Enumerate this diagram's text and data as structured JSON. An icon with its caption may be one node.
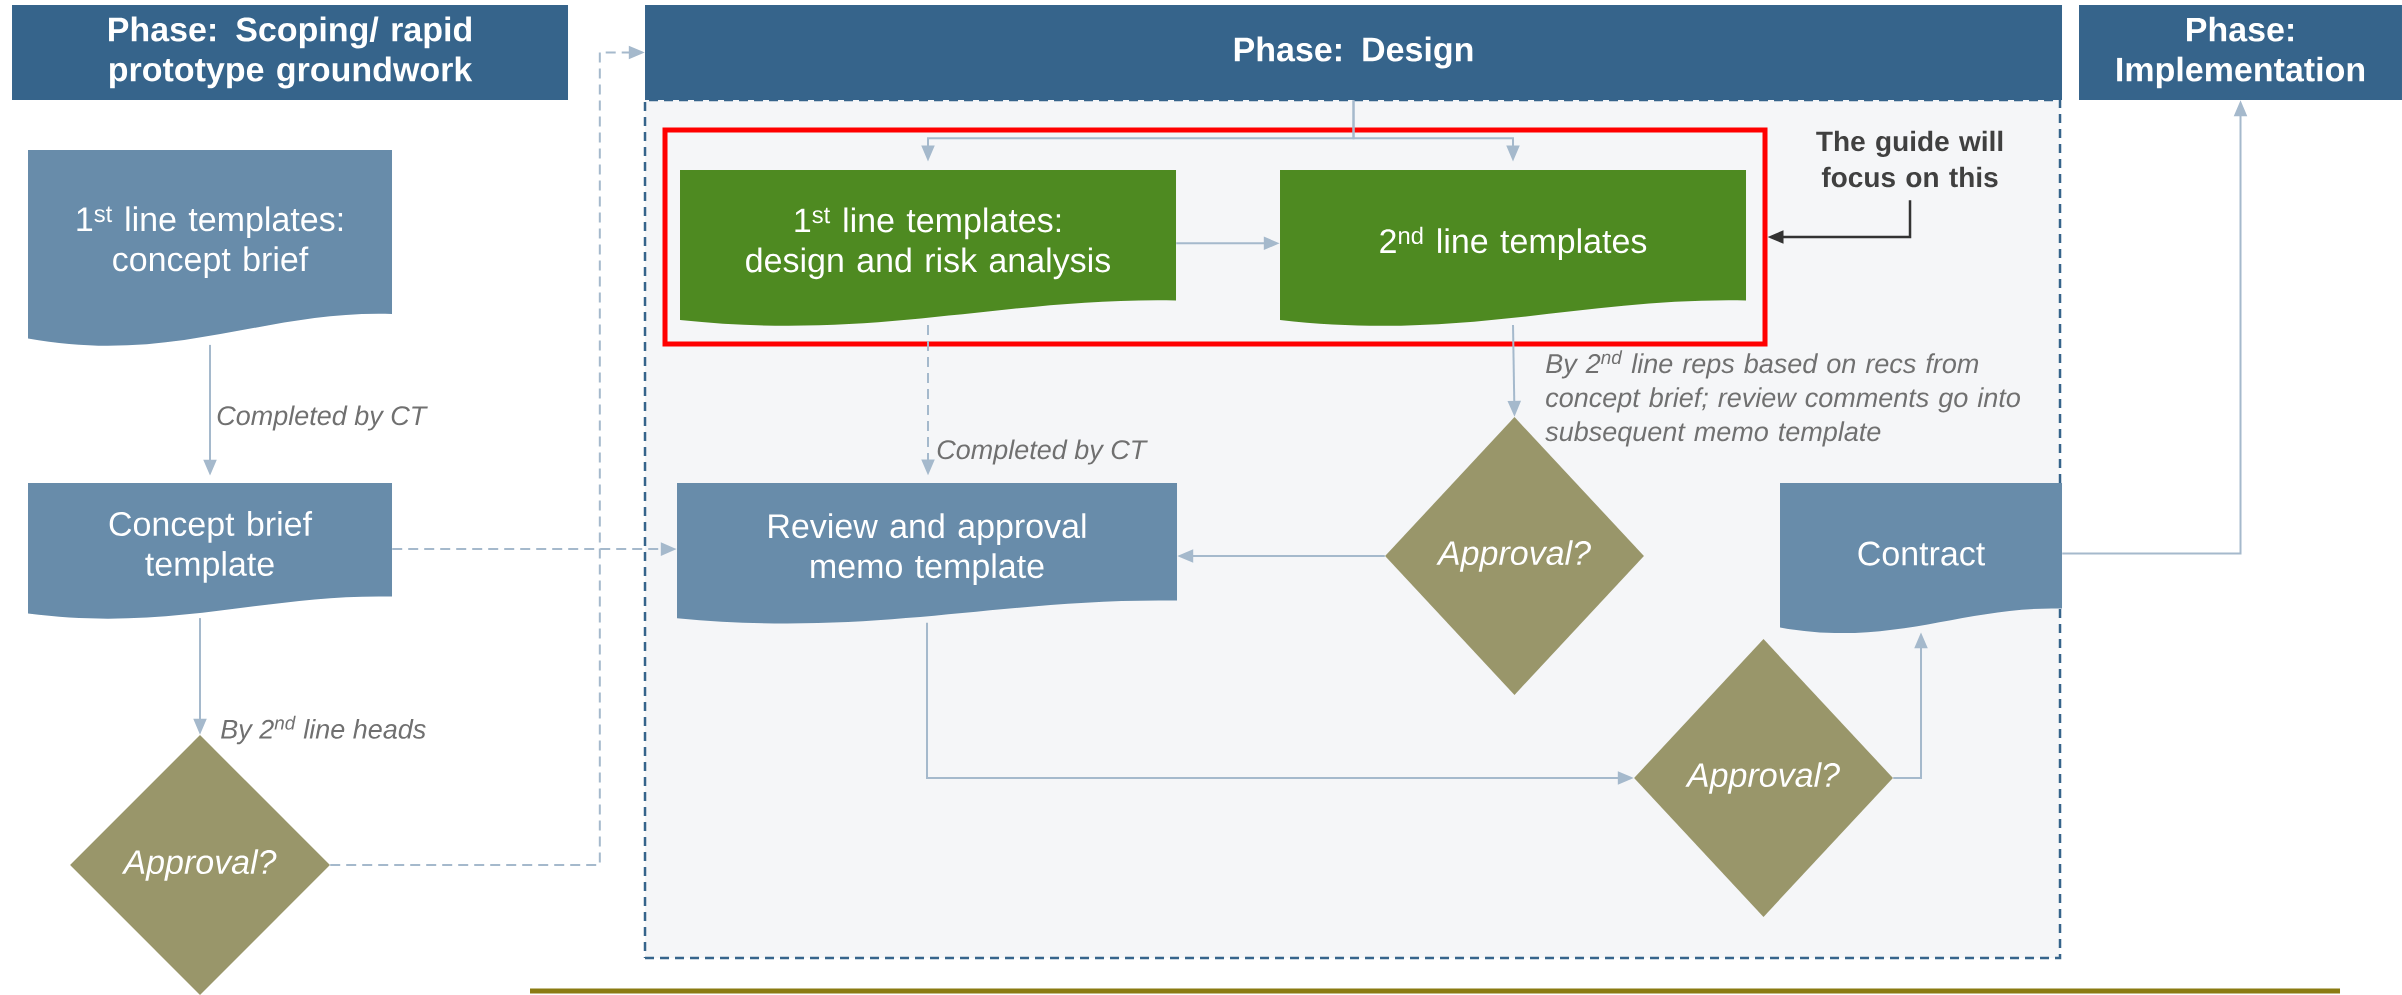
{
  "diagram": {
    "nodes": [
      {
        "text": [
          "Phase: Scoping/ rapid prototype groundwork"
        ]
      },
      {
        "text": [
          "Phase: Design"
        ]
      },
      {
        "text": [
          "Phase: Implementation"
        ]
      },
      {
        "text": [],
        "shape": "box"
      },
      {
        "text": [],
        "shape": "box",
        "in": 3
      },
      {
        "text": [
          "The guide will focus on this"
        ],
        "in": 3
      },
      {
        "text": [
          "1$^{st}$ line templates: concept brief"
        ]
      },
      {
        "text": [
          "Concept brief template"
        ]
      },
      {
        "text": [
          "*Approval?*"
        ]
      },
      {
        "text": [
          "1$^{st}$ line templates: design and risk analysis"
        ],
        "in": 4
      },
      {
        "text": [
          "2$^{nd}$ line templates"
        ],
        "in": 4
      },
      {
        "text": [
          "Review and approval memo template"
        ],
        "in": 3
      },
      {
        "text": [
          "*Approval?*"
        ],
        "in": 3
      },
      {
        "text": [
          "Contract"
        ],
        "in": 3
      },
      {
        "text": [
          "*Approval?*"
        ],
        "in": 3
      }
    ],
    "edges": [
      {
        "from": 6,
        "to": 7,
        "arrow": "to",
        "label": "Completed by CT"
      },
      {
        "from": 7,
        "to": 8,
        "arrow": "to",
        "label": "By 2$^{nd}$ line heads"
      },
      {
        "from": 8,
        "to": 1,
        "arrow": "to",
        "style": "dashed"
      },
      {
        "from": 7,
        "to": 11,
        "arrow": "to",
        "style": "dashed"
      },
      {
        "from": 1,
        "to": 9,
        "arrow": "to"
      },
      {
        "from": 1,
        "to": 10,
        "arrow": "to"
      },
      {
        "from": 9,
        "to": 10,
        "arrow": "to"
      },
      {
        "from": 9,
        "to": 11,
        "arrow": "to",
        "style": "dashed",
        "label": "Completed by CT"
      },
      {
        "from": 10,
        "to": 12,
        "arrow": "to",
        "label": "By 2$^{nd}$ line reps based on recs from concept brief; review comments go into subsequent memo template"
      },
      {
        "from": 12,
        "to": 11,
        "arrow": "to"
      },
      {
        "from": 11,
        "to": 14,
        "arrow": "to"
      },
      {
        "from": 14,
        "to": 13,
        "arrow": "to"
      },
      {
        "from": 13,
        "to": 2,
        "arrow": "to"
      },
      {
        "from": 5,
        "to": 4,
        "arrow": "to",
        "color": "#333333"
      }
    ]
  }
}
